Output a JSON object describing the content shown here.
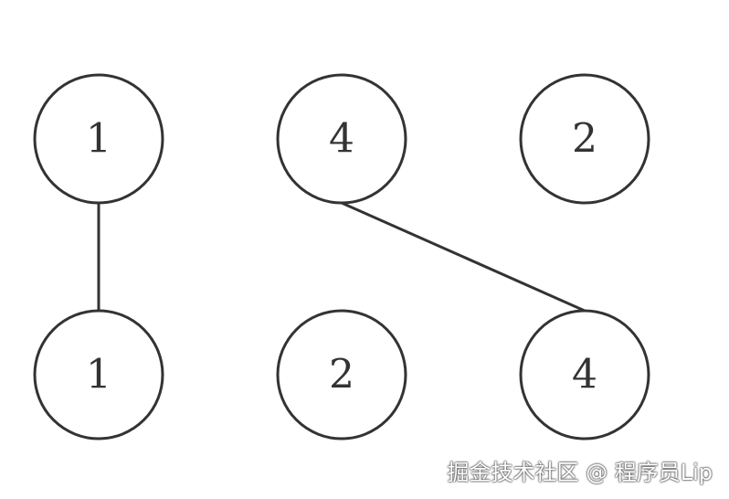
{
  "diagram": {
    "nodes": [
      {
        "id": "a1",
        "label": "1"
      },
      {
        "id": "a2",
        "label": "4"
      },
      {
        "id": "a3",
        "label": "2"
      },
      {
        "id": "b1",
        "label": "1"
      },
      {
        "id": "b2",
        "label": "2"
      },
      {
        "id": "b3",
        "label": "4"
      }
    ],
    "edges": [
      {
        "from": "a1",
        "to": "b1"
      },
      {
        "from": "a2",
        "to": "b3"
      }
    ]
  },
  "watermark": "掘金技术社区 @ 程序员Lip",
  "colors": {
    "stroke": "#333333",
    "background": "#ffffff"
  }
}
